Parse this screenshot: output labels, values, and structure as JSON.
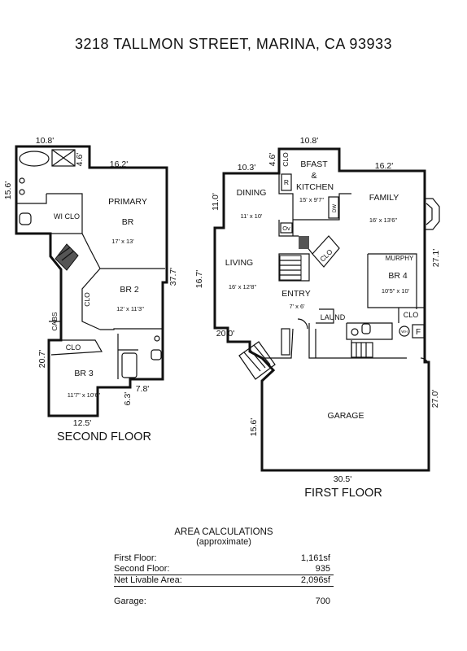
{
  "title": "3218 TALLMON STREET, MARINA, CA  93933",
  "second_floor": {
    "label": "SECOND FLOOR",
    "rooms": {
      "primary_name_1": "PRIMARY",
      "primary_name_2": "BR",
      "primary_dim": "17' x 13'",
      "wiclo": "WI CLO",
      "br2": "BR 2",
      "br2_dim": "12' x 11'3\"",
      "clo_vertical": "CLO",
      "cabs": "CABS",
      "clo": "CLO",
      "br3": "BR 3",
      "br3_dim": "11'7\" x 10'6\""
    },
    "measurements": {
      "top_left": "10.8'",
      "top_right": "16.2'",
      "small_top": "4.6'",
      "left": "15.6'",
      "right": "37.7'",
      "left_lower": "20.7'",
      "bottom_small": "7.8'",
      "bottom_vert": "6.3'",
      "bottom": "12.5'"
    }
  },
  "first_floor": {
    "label": "FIRST FLOOR",
    "rooms": {
      "bfast_1": "BFAST",
      "bfast_2": "&",
      "bfast_3": "KITCHEN",
      "kitchen_dim": "15' x 9'7\"",
      "clo_top": "CLO",
      "r_mark": "R",
      "dw_mark": "DW",
      "ov_mark": "Ov",
      "dining": "DINING",
      "dining_dim": "11' x 10'",
      "family": "FAMILY",
      "family_dim": "16' x 13'6\"",
      "living": "LIVING",
      "living_dim": "16' x 12'8\"",
      "clo_stair": "CLO",
      "murphy": "MURPHY",
      "br4": "BR 4",
      "br4_dim": "10'5\" x 10'",
      "entry": "ENTRY",
      "entry_dim": "7' x 6'",
      "laund": "LAUND",
      "clo_right": "CLO",
      "wh_mark": "WH",
      "f_mark": "F",
      "garage": "GARAGE"
    },
    "measurements": {
      "top_small": "10.8'",
      "top_left": "10.3'",
      "top_mid": "4.6'",
      "top_right": "16.2'",
      "left_upper": "11.0'",
      "left": "16.7'",
      "right_upper": "27.1'",
      "bottom_left": "20.0'",
      "garage_right": "27.0'",
      "garage_left": "15.6'",
      "garage_bottom": "30.5'"
    }
  },
  "area": {
    "header": "AREA CALCULATIONS",
    "subheader": "(approximate)",
    "rows": [
      {
        "label": "First  Floor:",
        "value": "1,161sf"
      },
      {
        "label": "Second Floor:",
        "value": "935"
      },
      {
        "label": "Net Livable Area:",
        "value": "2,096sf"
      },
      {
        "label": "Garage:",
        "value": "700"
      }
    ]
  }
}
